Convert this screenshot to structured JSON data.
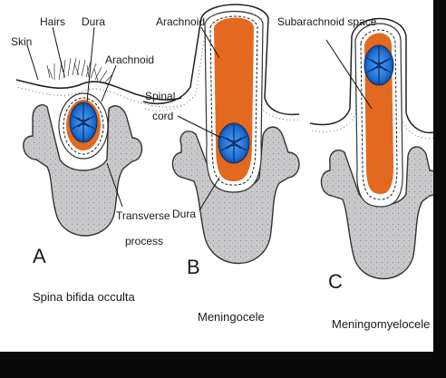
{
  "labels": {
    "skin": "Skin",
    "hairs": "Hairs",
    "dura_a": "Dura",
    "arachnoid_a": "Arachnoid",
    "arachnoid_b": "Arachnoid",
    "subarachnoid_space": "Subarachnoid space",
    "spinal": "Spinal",
    "cord": "cord",
    "dura_b": "Dura",
    "transverse": "Transverse",
    "process": "process"
  },
  "panels": [
    {
      "letter": "A",
      "caption": "Spina bifida occulta"
    },
    {
      "letter": "B",
      "caption": "Meningocele"
    },
    {
      "letter": "C",
      "caption": "Meningomyelocele"
    }
  ],
  "colors": {
    "bone_fill": "#c9c9cb",
    "bone_stroke": "#333333",
    "csf_orange": "#e2691f",
    "cord_blue": "#1f6fd0",
    "cord_dark": "#0c2f66",
    "skin_stroke": "#222222",
    "dura_dash": "#222222"
  }
}
